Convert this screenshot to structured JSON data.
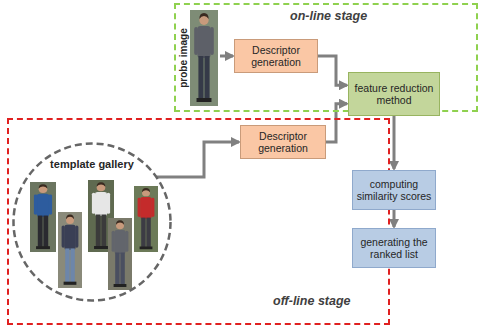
{
  "diagram": {
    "nodes": [
      {
        "text": [
          "on-line stage"
        ]
      },
      {
        "text": [
          "probe image"
        ],
        "in": 0
      },
      {
        "text": [
          "Descriptor generation"
        ],
        "in": 0
      },
      {
        "text": [
          "feature reduction method"
        ]
      },
      {
        "text": [
          "off-line stage"
        ]
      },
      {
        "text": [
          "template gallery"
        ],
        "in": 4
      },
      {
        "text": [
          "Descriptor generation"
        ],
        "in": 4
      },
      {
        "text": [
          "computing similarity scores"
        ]
      },
      {
        "text": [
          "generating the ranked list"
        ]
      }
    ],
    "edges": [
      {
        "from": 1,
        "to": 2,
        "arrow": "to"
      },
      {
        "from": 2,
        "to": 3,
        "arrow": "to"
      },
      {
        "from": 6,
        "to": 3,
        "arrow": "to"
      },
      {
        "from": 5,
        "to": 6,
        "arrow": "to"
      },
      {
        "from": 3,
        "to": 7,
        "arrow": "to"
      },
      {
        "from": 7,
        "to": 8,
        "arrow": "to"
      }
    ]
  }
}
